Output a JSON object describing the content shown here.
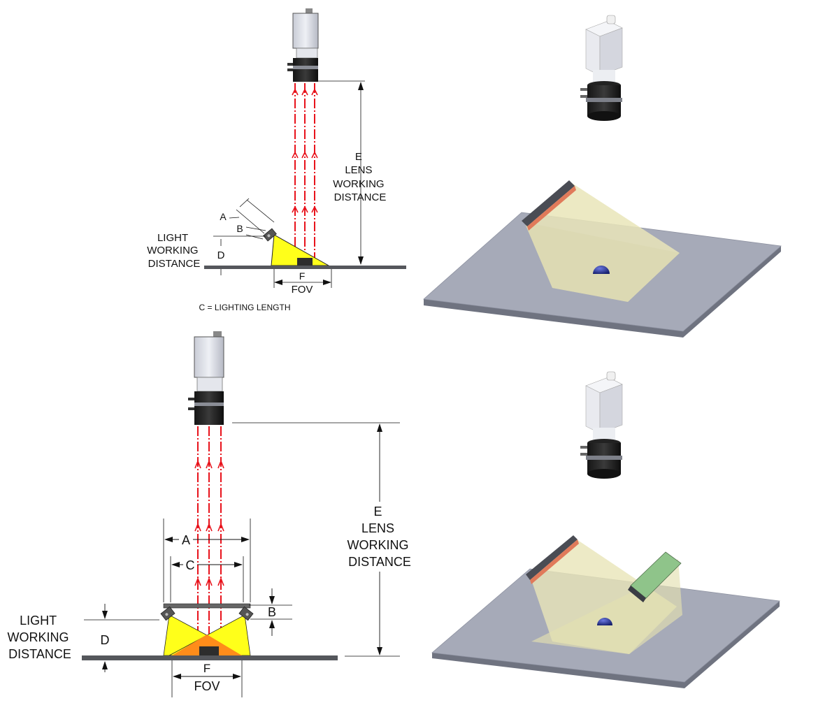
{
  "colors": {
    "beam": "#e8121b",
    "light_yellow": "#ffff1a",
    "light_orange": "#ff8c1a",
    "floor": "#55575c",
    "plate_top": "#a6aab8",
    "plate_side": "#6f7380",
    "cone": "#efeccf",
    "dome": "#1e2a8c",
    "green_light": "#8fc48a"
  },
  "top": {
    "labels": {
      "a": "A",
      "b": "B",
      "d": "D",
      "e_lines": [
        "E",
        "LENS",
        "WORKING",
        "DISTANCE"
      ],
      "light_lines": [
        "LIGHT",
        "WORKING",
        "DISTANCE"
      ],
      "f": "F",
      "fov": "FOV",
      "c_note": "C = LIGHTING LENGTH"
    }
  },
  "bottom": {
    "labels": {
      "a": "A",
      "b": "B",
      "c": "C",
      "d": "D",
      "e_lines": [
        "E",
        "LENS",
        "WORKING",
        "DISTANCE"
      ],
      "light_lines": [
        "LIGHT",
        "WORKING",
        "DISTANCE"
      ],
      "f": "F",
      "fov": "FOV"
    }
  },
  "icons": {
    "camera_side": "camera-side-view-icon",
    "camera_iso": "camera-isometric-icon",
    "bar_light": "bar-light-icon",
    "dome_part": "part-dome-icon"
  }
}
